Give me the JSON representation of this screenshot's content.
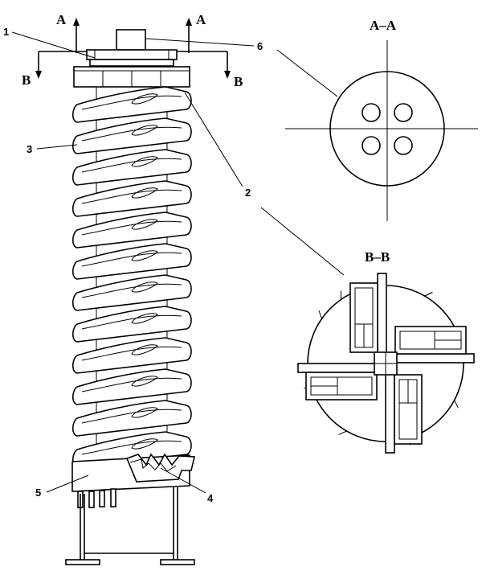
{
  "section_labels": {
    "a_left": "A",
    "a_right": "A",
    "b_left": "B",
    "b_right": "B",
    "aa_title": "A–A",
    "bb_title": "B–B"
  },
  "callouts": {
    "c1": "1",
    "c2": "2",
    "c3": "3",
    "c4": "4",
    "c5": "5",
    "c6": "6"
  }
}
